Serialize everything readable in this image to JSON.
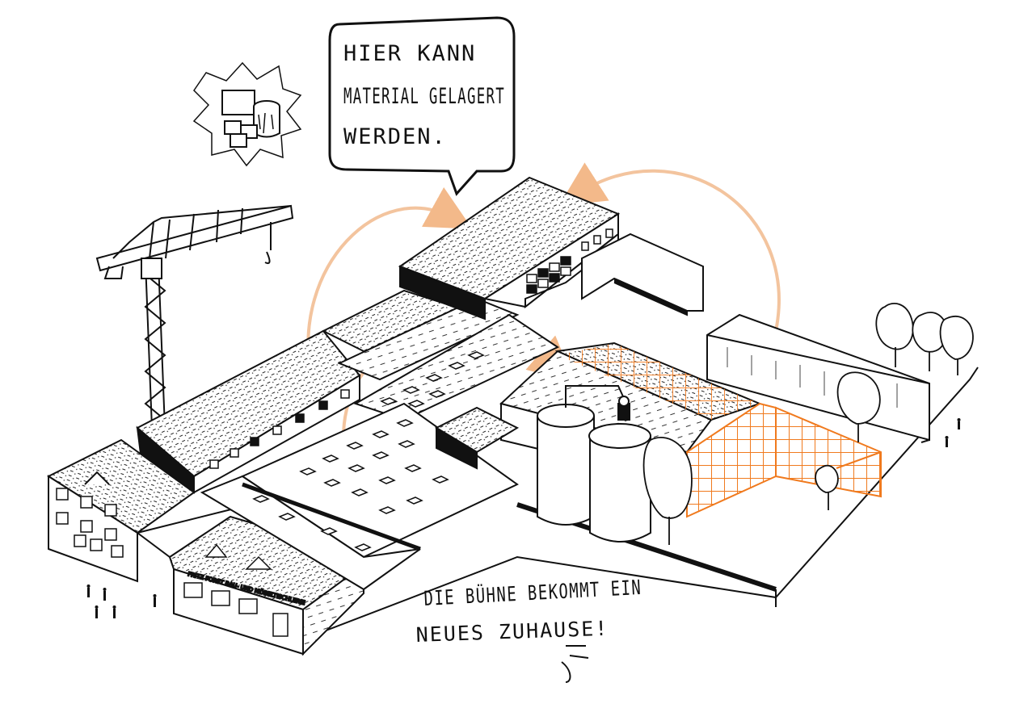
{
  "speech_bubble": {
    "lines": [
      "HIER KANN",
      "MATERIAL GELAGERT",
      "WERDEN."
    ]
  },
  "caption": {
    "lines": [
      "DIE BÜHNE BEKOMMT EIN",
      "NEUES ZUHAUSE!"
    ]
  },
  "facade_sign": "FRITZ FORST BAU- UND MÖBELTISCHLEREI",
  "colors": {
    "ink": "#111111",
    "arrow": "#f3c49e",
    "grid": "#f07a1e",
    "paper": "#ffffff"
  },
  "icons": [
    "crane-icon",
    "material-storage-icon",
    "trees-icon",
    "people-icon",
    "silo-icon"
  ]
}
